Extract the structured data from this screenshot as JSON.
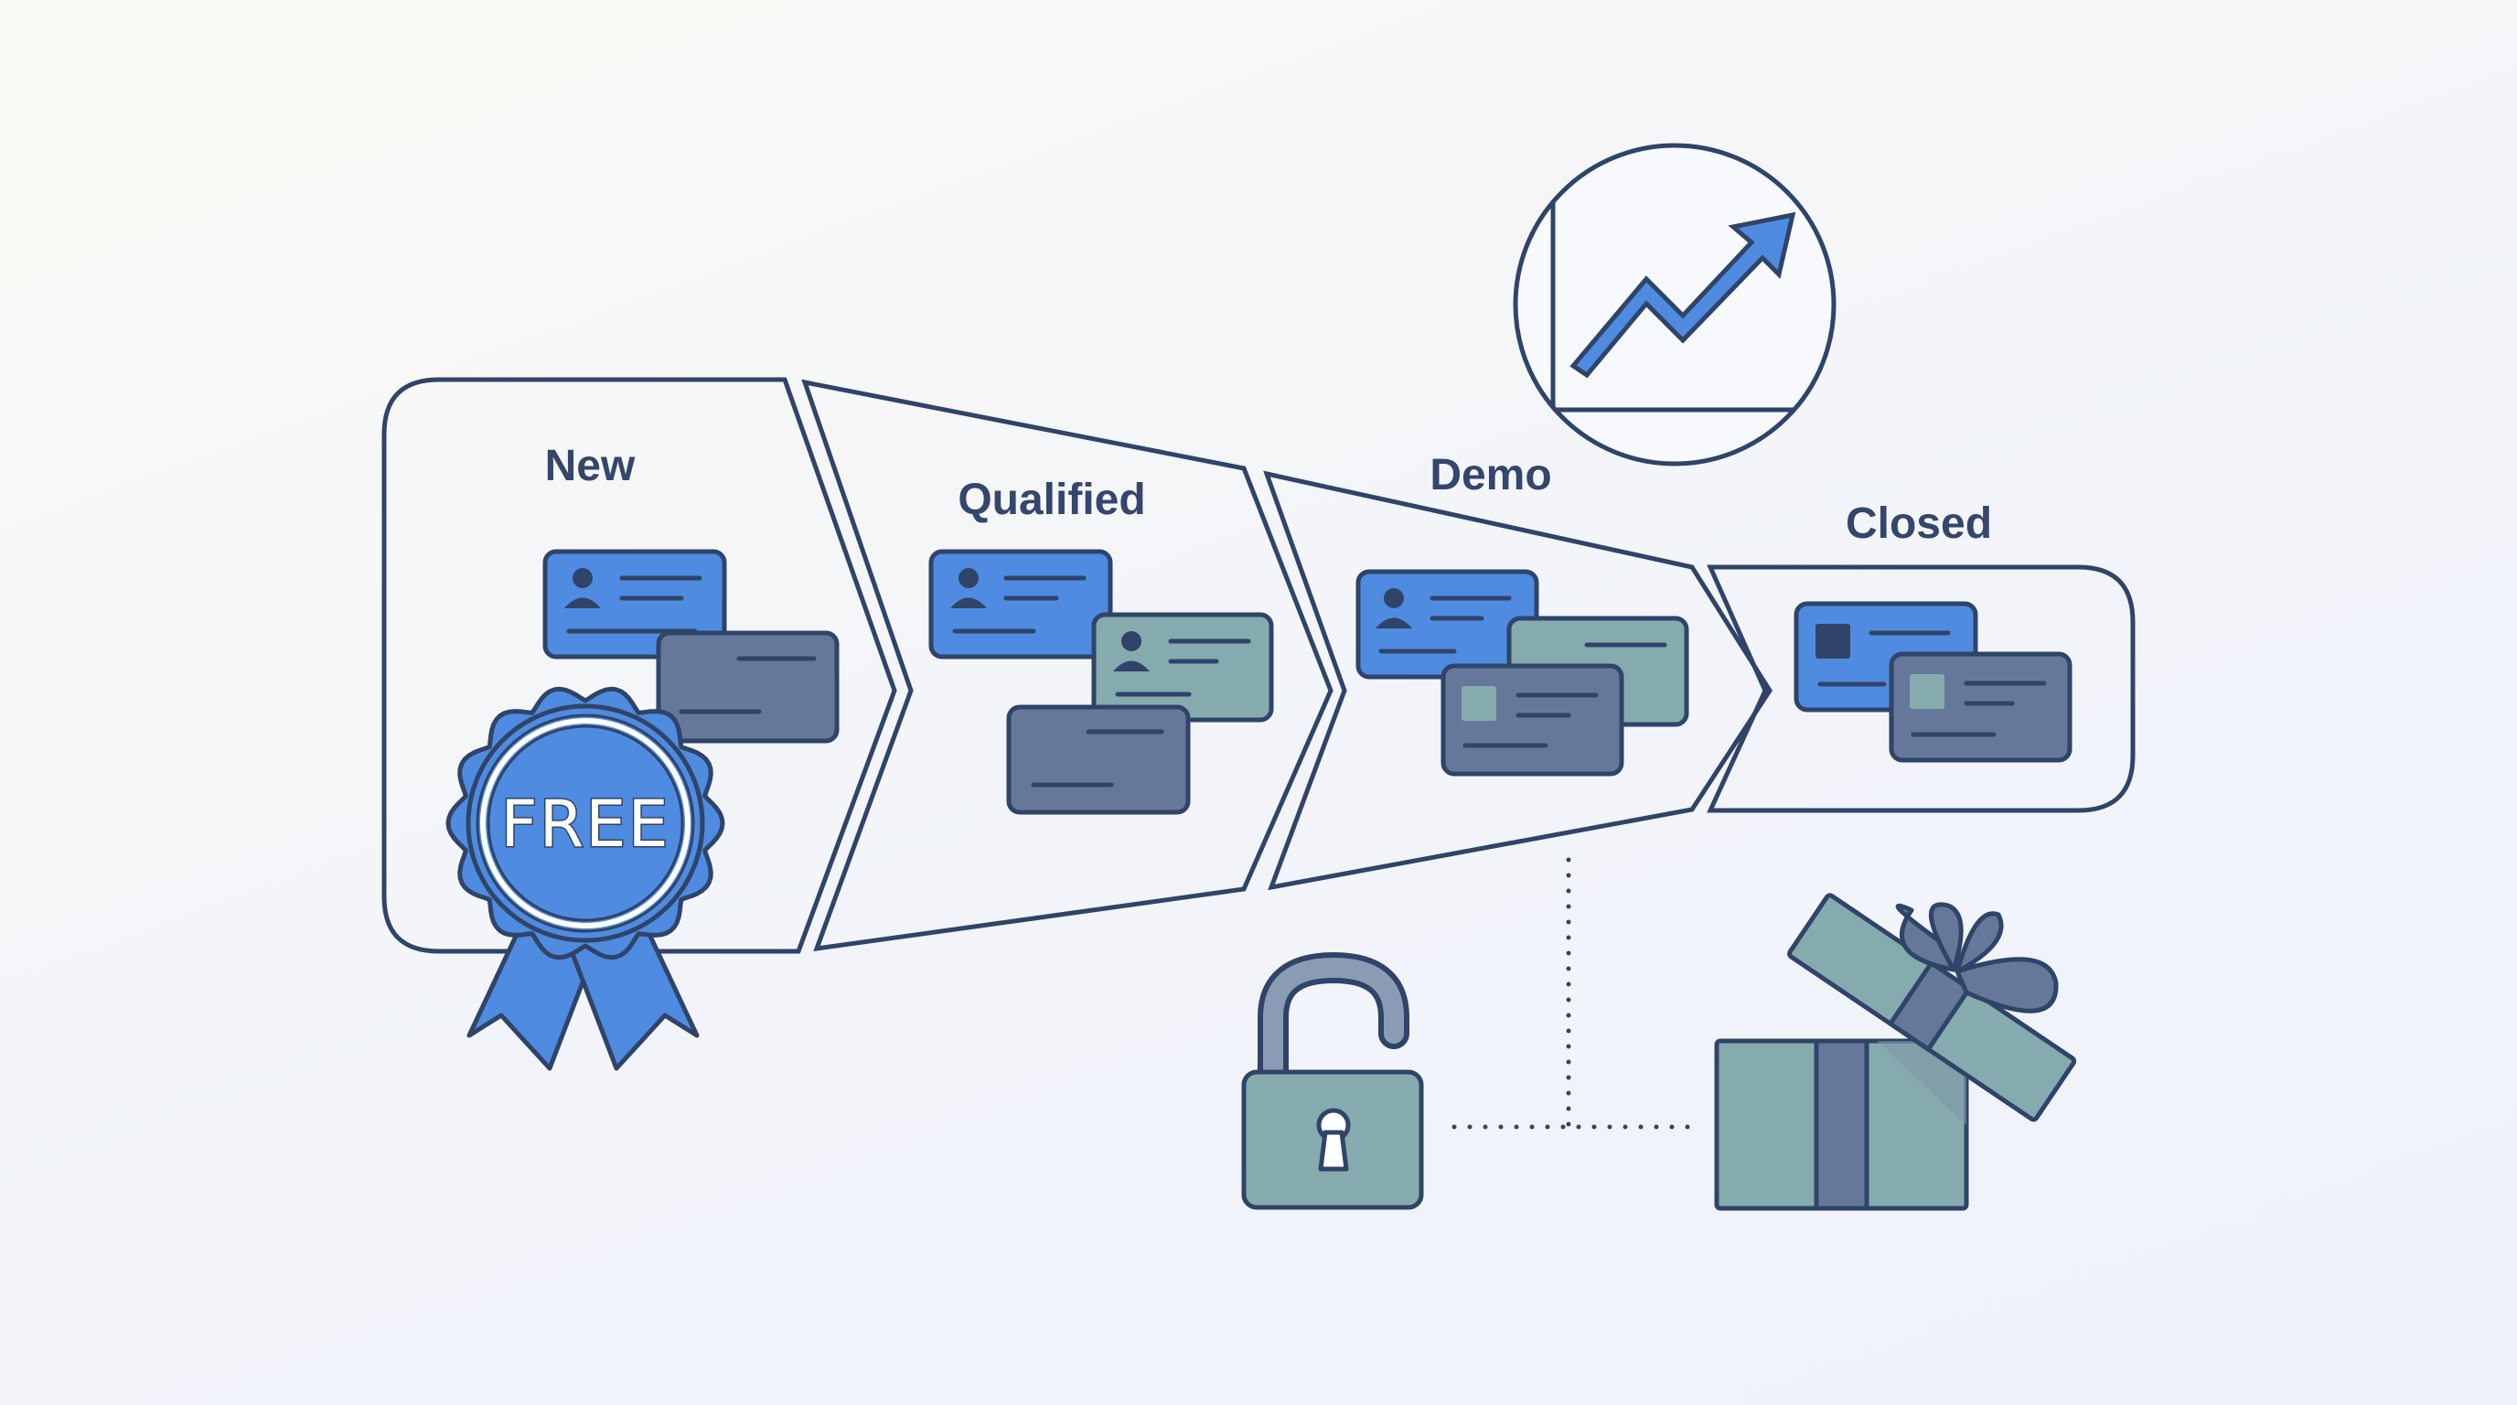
{
  "stages": [
    {
      "label": "New"
    },
    {
      "label": "Qualified"
    },
    {
      "label": "Demo"
    },
    {
      "label": "Closed"
    }
  ],
  "badge": {
    "text": "FREE",
    "icon": "rosette-ribbon-icon"
  },
  "icons": {
    "chart": "trending-up-chart-icon",
    "lock": "unlocked-padlock-icon",
    "gift": "open-gift-box-icon",
    "card": "contact-card-icon"
  },
  "colors": {
    "outline": "#2f4468",
    "blue": "#4f8be0",
    "slate": "#66789a",
    "teal": "#86abae",
    "text": "#34466b"
  }
}
